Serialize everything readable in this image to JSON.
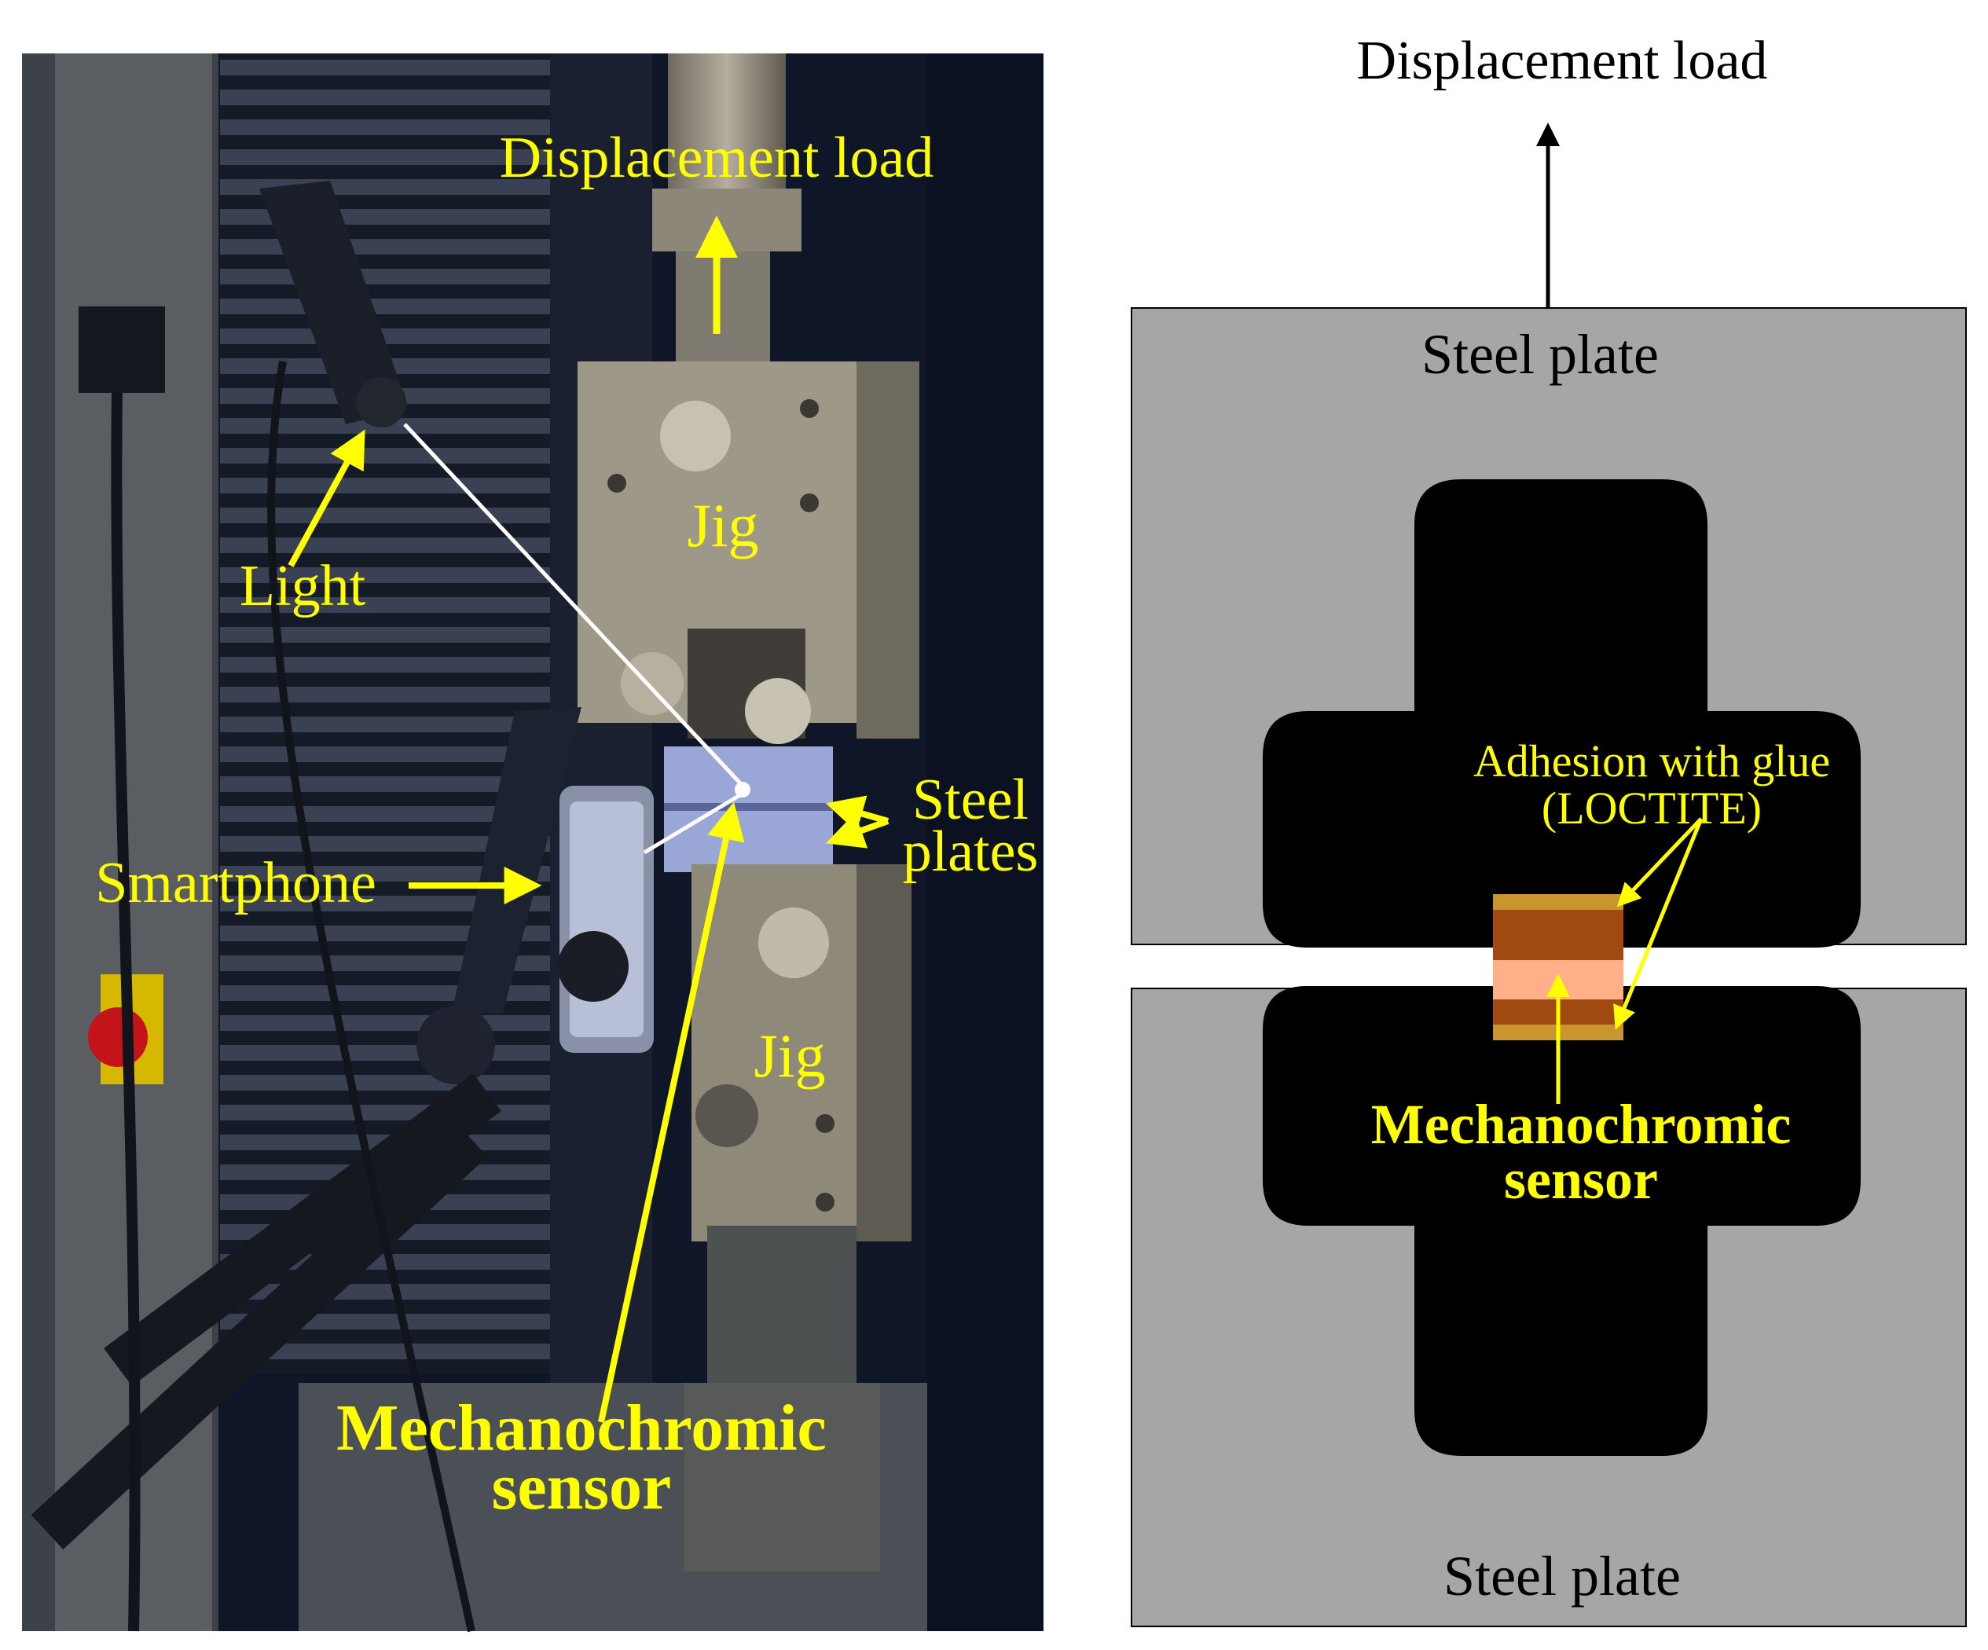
{
  "colors": {
    "annotation": "#ffff00",
    "steel_plate": "#a6a6a6",
    "jig": "#000000",
    "sensor_edge": "#c9952f",
    "sensor_band": "#a04a12",
    "sensor_core": "#ffb088",
    "photo_background": "#0e1628"
  },
  "photo": {
    "displacement_load": "Displacement load",
    "jig_top": "Jig",
    "jig_bottom": "Jig",
    "light": "Light",
    "smartphone": "Smartphone",
    "steel_plates_line1": "Steel",
    "steel_plates_line2": "plates",
    "sensor_line1": "Mechanochromic",
    "sensor_line2": "sensor"
  },
  "diagram": {
    "displacement_load": "Displacement load",
    "steel_plate_top": "Steel plate",
    "steel_plate_bottom": "Steel plate",
    "adhesion_line1": "Adhesion with glue",
    "adhesion_line2": "(LOCTITE)",
    "sensor_line1": "Mechanochromic",
    "sensor_line2": "sensor"
  }
}
